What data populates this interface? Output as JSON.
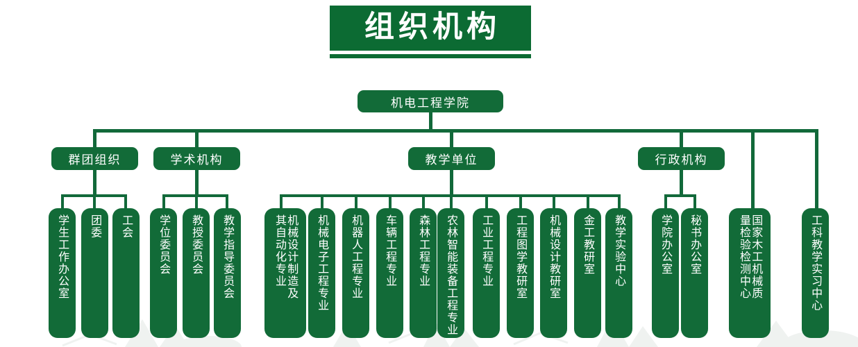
{
  "title": {
    "text": "组织机构"
  },
  "colors": {
    "node_green": "#126b38",
    "line_green": "#12693a",
    "title_green": "#0c6b33",
    "text_white": "#ffffff",
    "background": "#ffffff"
  },
  "chart_root": {
    "label": "机电工程学院"
  },
  "groups": [
    {
      "id": "mass-organizations",
      "label": "群团组织",
      "children": [
        {
          "columns": [
            "学生工作办公室"
          ]
        },
        {
          "columns": [
            "团委"
          ]
        },
        {
          "columns": [
            "工会"
          ]
        }
      ]
    },
    {
      "id": "academic-institutions",
      "label": "学术机构",
      "children": [
        {
          "columns": [
            "学位委员会"
          ]
        },
        {
          "columns": [
            "教授委员会"
          ]
        },
        {
          "columns": [
            "教学指导委员会"
          ]
        }
      ]
    },
    {
      "id": "teaching-units",
      "label": "教学单位",
      "children": [
        {
          "columns": [
            "机械设计制造及",
            "其自动化专业"
          ]
        },
        {
          "columns": [
            "机械电子工程专业"
          ]
        },
        {
          "columns": [
            "机器人工程专业"
          ]
        },
        {
          "columns": [
            "车辆工程专业"
          ]
        },
        {
          "columns": [
            "森林工程专业"
          ]
        },
        {
          "columns": [
            "农林智能装备工程专业"
          ]
        },
        {
          "columns": [
            "工业工程专业"
          ]
        },
        {
          "columns": [
            "工程图学教研室"
          ]
        },
        {
          "columns": [
            "机械设计教研室"
          ]
        },
        {
          "columns": [
            "金工教研室"
          ]
        },
        {
          "columns": [
            "教学实验中心"
          ]
        }
      ]
    },
    {
      "id": "administrative-organizations",
      "label": "行政机构",
      "children": [
        {
          "columns": [
            "学院办公室"
          ]
        },
        {
          "columns": [
            "秘书办公室"
          ]
        }
      ]
    }
  ],
  "direct_children": [
    {
      "columns": [
        "国家木工机械质",
        "量检验检测中心"
      ]
    },
    {
      "columns": [
        "工科教学实习中心"
      ]
    }
  ]
}
